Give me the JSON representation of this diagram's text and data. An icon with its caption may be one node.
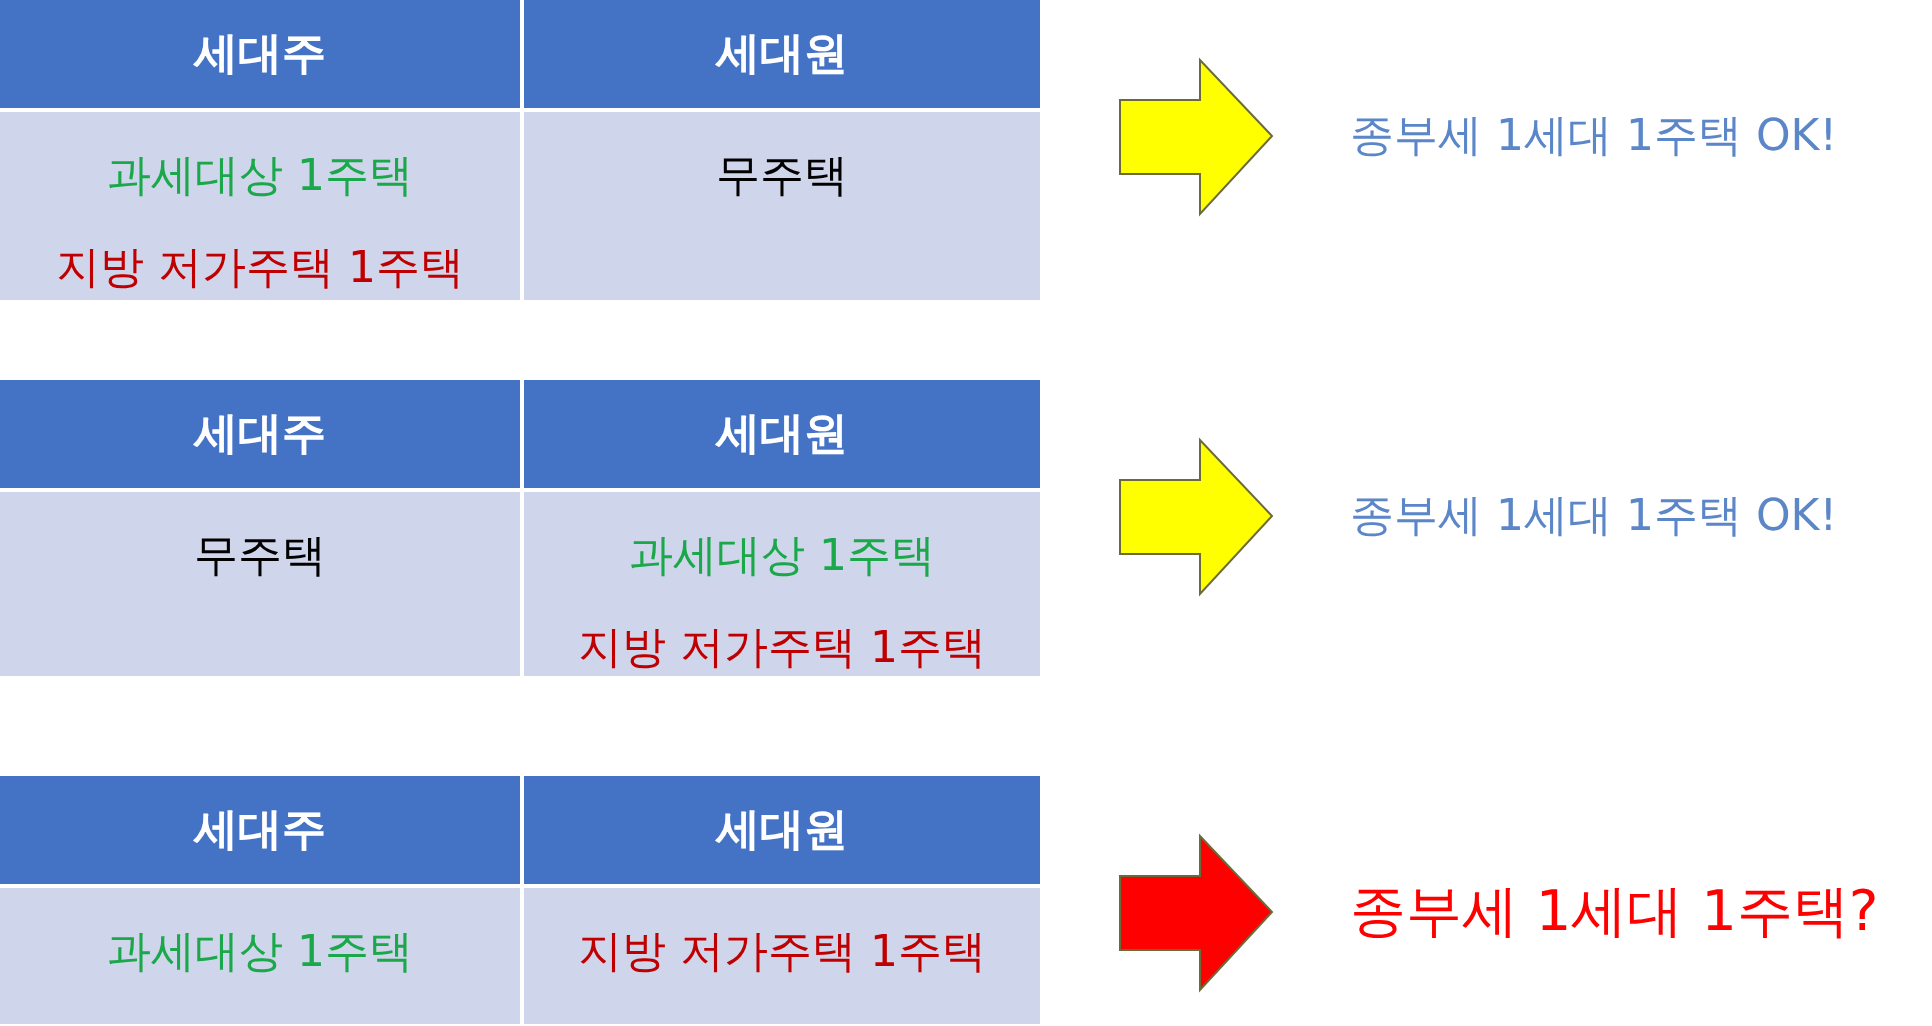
{
  "diagram": {
    "nodes": [
      {
        "text": [],
        "shape": "box"
      },
      {
        "text": [
          "세대주"
        ],
        "in": 0
      },
      {
        "text": [
          "세대원"
        ],
        "in": 0
      },
      {
        "text": [
          "과세대상 1주택",
          "지방 저가주택 1주택"
        ],
        "in": 0
      },
      {
        "text": [
          "무주택"
        ],
        "in": 0
      },
      {
        "text": [
          "종부세 1세대 1주택 OK!"
        ]
      },
      {
        "text": [],
        "shape": "box"
      },
      {
        "text": [
          "세대주"
        ],
        "in": 6
      },
      {
        "text": [
          "세대원"
        ],
        "in": 6
      },
      {
        "text": [
          "무주택"
        ],
        "in": 6
      },
      {
        "text": [
          "과세대상 1주택",
          "지방 저가주택 1주택"
        ],
        "in": 6
      },
      {
        "text": [
          "종부세 1세대 1주택 OK!"
        ]
      },
      {
        "text": [],
        "shape": "box"
      },
      {
        "text": [
          "세대주"
        ],
        "in": 12
      },
      {
        "text": [
          "세대원"
        ],
        "in": 12
      },
      {
        "text": [
          "과세대상 1주택"
        ],
        "in": 12
      },
      {
        "text": [
          "지방 저가주택 1주택"
        ],
        "in": 12
      },
      {
        "text": [
          "종부세 1세대 1주택?"
        ]
      }
    ],
    "edges": [
      {
        "from": 0,
        "to": 5,
        "arrow": "to",
        "color": "#ffff00"
      },
      {
        "from": 6,
        "to": 11,
        "arrow": "to",
        "color": "#ffff00"
      },
      {
        "from": 12,
        "to": 17,
        "arrow": "to",
        "color": "#ff0000"
      }
    ]
  }
}
